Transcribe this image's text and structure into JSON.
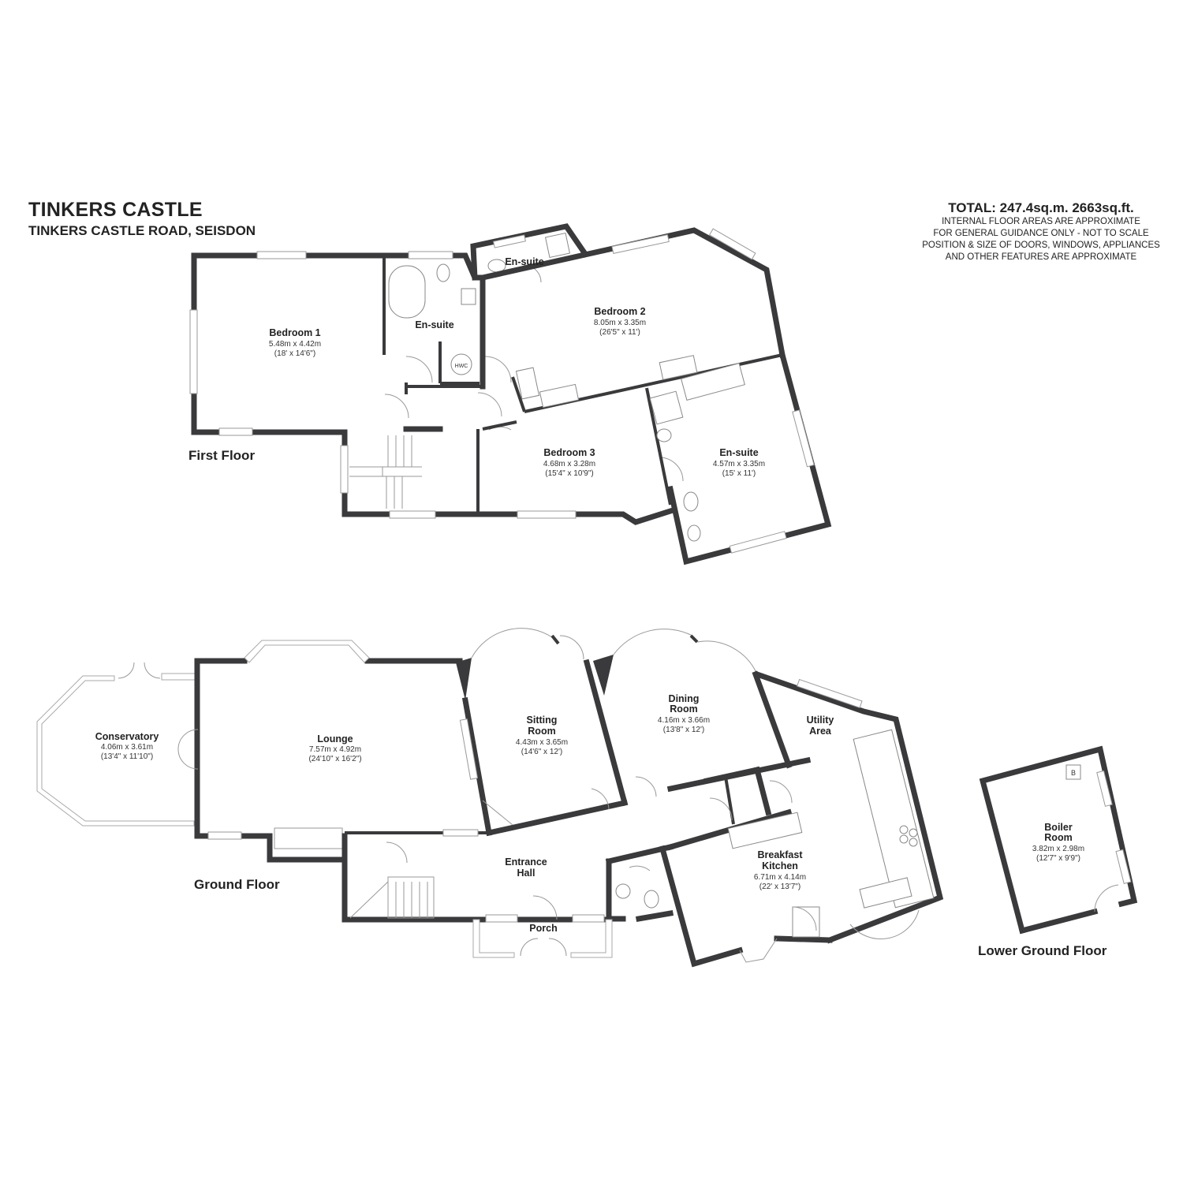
{
  "header": {
    "title": "TINKERS CASTLE",
    "subtitle": "TINKERS CASTLE ROAD, SEISDON"
  },
  "totals": {
    "total": "TOTAL:  247.4sq.m.  2663sq.ft.",
    "notes": [
      "INTERNAL FLOOR AREAS ARE APPROXIMATE",
      "FOR GENERAL GUIDANCE ONLY - NOT TO SCALE",
      "POSITION & SIZE OF DOORS, WINDOWS, APPLIANCES",
      "AND OTHER FEATURES ARE APPROXIMATE"
    ]
  },
  "floors": {
    "first": "First Floor",
    "ground": "Ground Floor",
    "lower": "Lower Ground Floor"
  },
  "rooms": {
    "bedroom1": {
      "name": "Bedroom 1",
      "metric": "5.48m x 4.42m",
      "imperial": "(18' x 14'6\")"
    },
    "ensuite1": {
      "name": "En-suite"
    },
    "hwc": {
      "name": "HWC"
    },
    "ensuite2": {
      "name": "En-suite"
    },
    "bedroom2": {
      "name": "Bedroom 2",
      "metric": "8.05m x 3.35m",
      "imperial": "(26'5\" x 11')"
    },
    "bedroom3": {
      "name": "Bedroom 3",
      "metric": "4.68m x 3.28m",
      "imperial": "(15'4\" x 10'9\")"
    },
    "ensuite3": {
      "name": "En-suite",
      "metric": "4.57m x 3.35m",
      "imperial": "(15' x 11')"
    },
    "conservatory": {
      "name": "Conservatory",
      "metric": "4.06m x 3.61m",
      "imperial": "(13'4\" x 11'10\")"
    },
    "lounge": {
      "name": "Lounge",
      "metric": "7.57m x 4.92m",
      "imperial": "(24'10\" x 16'2\")"
    },
    "sitting": {
      "name1": "Sitting",
      "name2": "Room",
      "metric": "4.43m x 3.65m",
      "imperial": "(14'6\" x 12')"
    },
    "dining": {
      "name1": "Dining",
      "name2": "Room",
      "metric": "4.16m x 3.66m",
      "imperial": "(13'8\" x 12')"
    },
    "utility": {
      "name1": "Utility",
      "name2": "Area"
    },
    "hall": {
      "name1": "Entrance",
      "name2": "Hall"
    },
    "porch": {
      "name": "Porch"
    },
    "kitchen": {
      "name1": "Breakfast",
      "name2": "Kitchen",
      "metric": "6.71m x 4.14m",
      "imperial": "(22' x 13'7\")"
    },
    "boiler": {
      "name1": "Boiler",
      "name2": "Room",
      "metric": "3.82m x 2.98m",
      "imperial": "(12'7\" x 9'9\")",
      "marker": "B"
    }
  }
}
